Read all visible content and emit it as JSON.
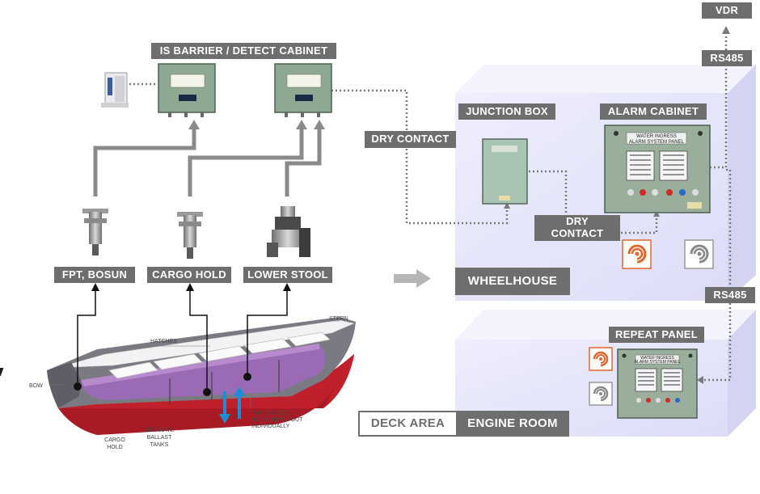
{
  "labels": {
    "vdr": "VDR",
    "rs485_top": "RS485",
    "rs485_mid": "RS485",
    "is_barrier": "IS BARRIER / DETECT CABINET",
    "dry_contact_left": "DRY CONTACT",
    "junction_box": "JUNCTION BOX",
    "alarm_cabinet": "ALARM CABINET",
    "dry_contact_line1": "DRY",
    "dry_contact_line2": "CONTACT",
    "fpt_bosun": "FPT, BOSUN",
    "cargo_hold": "CARGO HOLD",
    "lower_stool": "LOWER STOOL",
    "wheelhouse": "WHEELHOUSE",
    "repeat_panel": "REPEAT PANEL",
    "deck_area": "DECK AREA",
    "engine_room": "ENGINE ROOM"
  },
  "ship_annotations": {
    "hatches": "HATCHES",
    "stern": "STERN",
    "bow": "BOW",
    "cargo_hold_1": "CARGO",
    "cargo_hold_2": "HOLD",
    "ballast_1": "SEPARATE",
    "ballast_2": "BALLAST",
    "ballast_3": "TANKS",
    "tanks_1": "TANKS FILLED",
    "tanks_2": "AND PUMPED OUT",
    "tanks_3": "INDIVIDUALLY"
  },
  "panel_text": {
    "title_line1": "WATER INGRESS",
    "title_line2": "ALARM SYSTEM PANEL"
  },
  "colors": {
    "label_bg": "#6e6e6e",
    "room_fill": "#e4e4fb",
    "cabinet_green": "#8fa892",
    "hull_red": "#c0202c",
    "hold_purple": "#9a6ab4",
    "alarm_icon": "#e2662a"
  }
}
